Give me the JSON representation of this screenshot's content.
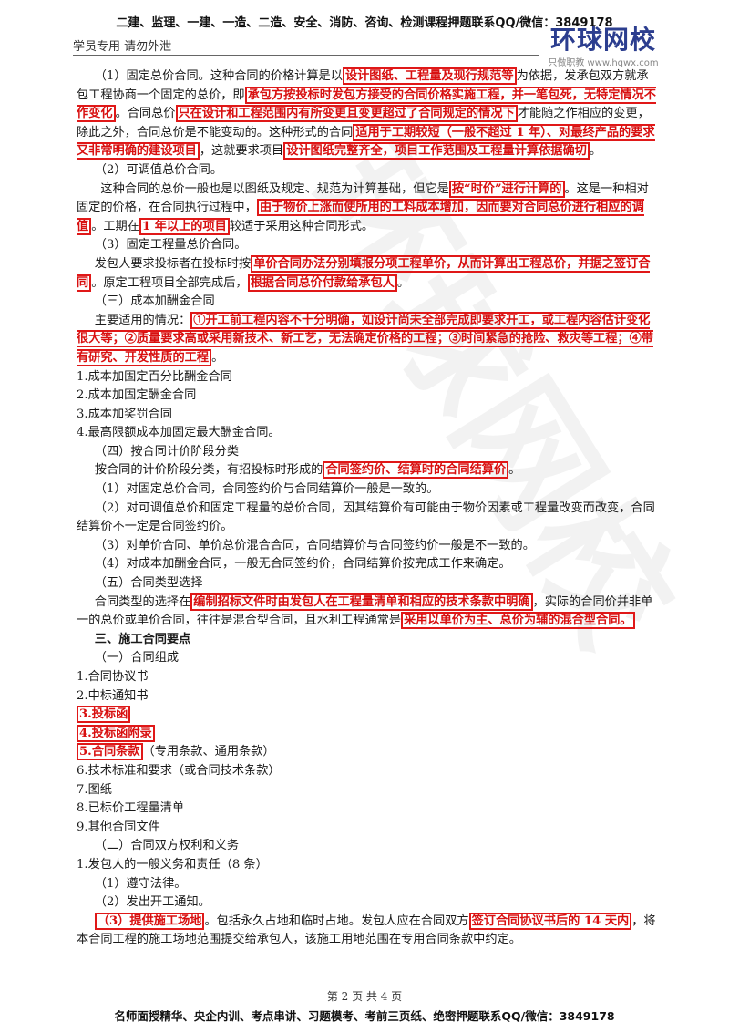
{
  "header": {
    "top": "二建、监理、一建、一造、二造、安全、消防、咨询、检测课程押题联系QQ/微信：3849178",
    "left": "学员专用 请勿外泄",
    "logo": "环球网校",
    "logo_sub": "只做职教 www.hqwx.com"
  },
  "watermark": "环球网校",
  "lines": [
    [
      [
        "（1）固定总价合同。这种合同的价格计算是以",
        0
      ],
      [
        "设计图纸、工程量及现行规范等",
        1
      ],
      [
        "为依据，发承包双方就承包工程协商一个固定的总价，即",
        0
      ],
      [
        "承包方按投标时发包方接受的合同价格实施工程，并一笔包死，无特定情况不作变化",
        1
      ],
      [
        "。合同总价",
        0
      ],
      [
        "只在设计和工程范围内有所变更且变更超过了合同规定的情况下",
        1
      ],
      [
        "才能随之作相应的变更，除此之外，合同总价是不能变动的。这种形式的合同",
        0
      ],
      [
        "适用于工期较短（一般不超过 1 年）、对最终产品的要求又非常明确的建设项目",
        1
      ],
      [
        "，这就要求项目",
        0
      ],
      [
        "设计图纸完整齐全，项目工作范围及工程量计算依据确切",
        1
      ],
      [
        "。",
        0
      ]
    ],
    [
      [
        "（2）可调值总价合同。",
        0
      ]
    ],
    [
      [
        "这种合同的总价一般也是以图纸及规定、规范为计算基础，但它是",
        0
      ],
      [
        "按“时价”进行计算的",
        1
      ],
      [
        "。这是一种相对固定的价格，在合同执行过程中，",
        0
      ],
      [
        "由于物价上涨而使所用的工料成本增加，因而要对合同总价进行相应的调值",
        1
      ],
      [
        "。工期在",
        0
      ],
      [
        "1 年以上的项目",
        1
      ],
      [
        "较适于采用这种合同形式。",
        0
      ]
    ],
    [
      [
        "（3）固定工程量总价合同。",
        0
      ]
    ],
    [
      [
        "发包人要求投标者在投标时按",
        0
      ],
      [
        "单价合同办法分别填报分项工程单价，从而计算出工程总价，并据之签订合同",
        1
      ],
      [
        "。原定工程项目全部完成后，",
        0
      ],
      [
        "根据合同总价付款给承包人",
        1
      ],
      [
        "。",
        0
      ]
    ],
    [
      [
        "（三）成本加酬金合同",
        0
      ]
    ],
    [
      [
        "主要适用的情况：",
        0
      ],
      [
        "①开工前工程内容不十分明确，如设计尚未全部完成即要求开工，或工程内容估计变化很大等；②质量要求高或采用新技术、新工艺，无法确定价格的工程；③时间紧急的抢险、救灾等工程；④带有研究、开发性质的工程",
        1
      ],
      [
        "。",
        0
      ]
    ],
    [
      [
        "1.成本加固定百分比酬金合同",
        0
      ]
    ],
    [
      [
        "2.成本加固定酬金合同",
        0
      ]
    ],
    [
      [
        "3.成本加奖罚合同",
        0
      ]
    ],
    [
      [
        "4.最高限额成本加固定最大酬金合同。",
        0
      ]
    ],
    [
      [
        "（四）按合同计价阶段分类",
        0
      ]
    ],
    [
      [
        "按合同的计价阶段分类，有招投标时形成的",
        0
      ],
      [
        "合同签约价、结算时的合同结算价",
        1
      ],
      [
        "。",
        0
      ]
    ],
    [
      [
        "（1）对固定总价合同，合同签约价与合同结算价一般是一致的。",
        0
      ]
    ],
    [
      [
        "（2）对可调值总价和固定工程量的总价合同，因其结算价有可能由于物价因素或工程量改变而改变，合同结算价不一定是合同签约价。",
        0
      ]
    ],
    [
      [
        "（3）对单价合同、单价总价混合合同，合同结算价与合同签约价一般是不一致的。",
        0
      ]
    ],
    [
      [
        "（4）对成本加酬金合同，一般无合同签约价，合同结算价按完成工作来确定。",
        0
      ]
    ],
    [
      [
        "（五）合同类型选择",
        0
      ]
    ],
    [
      [
        "合同类型的选择在",
        0
      ],
      [
        "编制招标文件时由发包人在工程量清单和相应的技术条款中明确",
        1
      ],
      [
        "，实际的合同价并非单一的总价或单价合同，往往是混合型合同，且水利工程通常是",
        0
      ],
      [
        "采用以单价为主、总价为辅的混合型合同。",
        1
      ]
    ],
    [
      [
        "三、施工合同要点",
        2
      ]
    ],
    [
      [
        "（一）合同组成",
        0
      ]
    ],
    [
      [
        "1.合同协议书",
        0
      ]
    ],
    [
      [
        "2.中标通知书",
        0
      ]
    ],
    [
      [
        "3.投标函",
        1
      ]
    ],
    [
      [
        "4.投标函附录",
        1
      ]
    ],
    [
      [
        "5.合同条款",
        1
      ],
      [
        "（专用条款、通用条款）",
        0
      ]
    ],
    [
      [
        "6.技术标准和要求（或合同技术条款）",
        0
      ]
    ],
    [
      [
        "7.图纸",
        0
      ]
    ],
    [
      [
        "8.已标价工程量清单",
        0
      ]
    ],
    [
      [
        "9.其他合同文件",
        0
      ]
    ],
    [
      [
        "（二）合同双方权利和义务",
        0
      ]
    ],
    [
      [
        "1.发包人的一般义务和责任（8 条）",
        0
      ]
    ],
    [
      [
        "（1）遵守法律。",
        0
      ]
    ],
    [
      [
        "（2）发出开工通知。",
        0
      ]
    ],
    [
      [
        "（3）提供施工场地",
        1
      ],
      [
        "。包括永久占地和临时占地。发包人应在合同双方",
        0
      ],
      [
        "签订合同协议书后的 14 天内",
        1
      ],
      [
        "，将本合同工程的施工场地范围提交给承包人，该施工用地范围在专用合同条款中约定。",
        0
      ]
    ]
  ],
  "footer": {
    "page": "第 2 页 共 4 页",
    "ad": "名师面授精华、央企内训、考点串讲、习题模考、考前三页纸、绝密押题联系QQ/微信：3849178"
  }
}
